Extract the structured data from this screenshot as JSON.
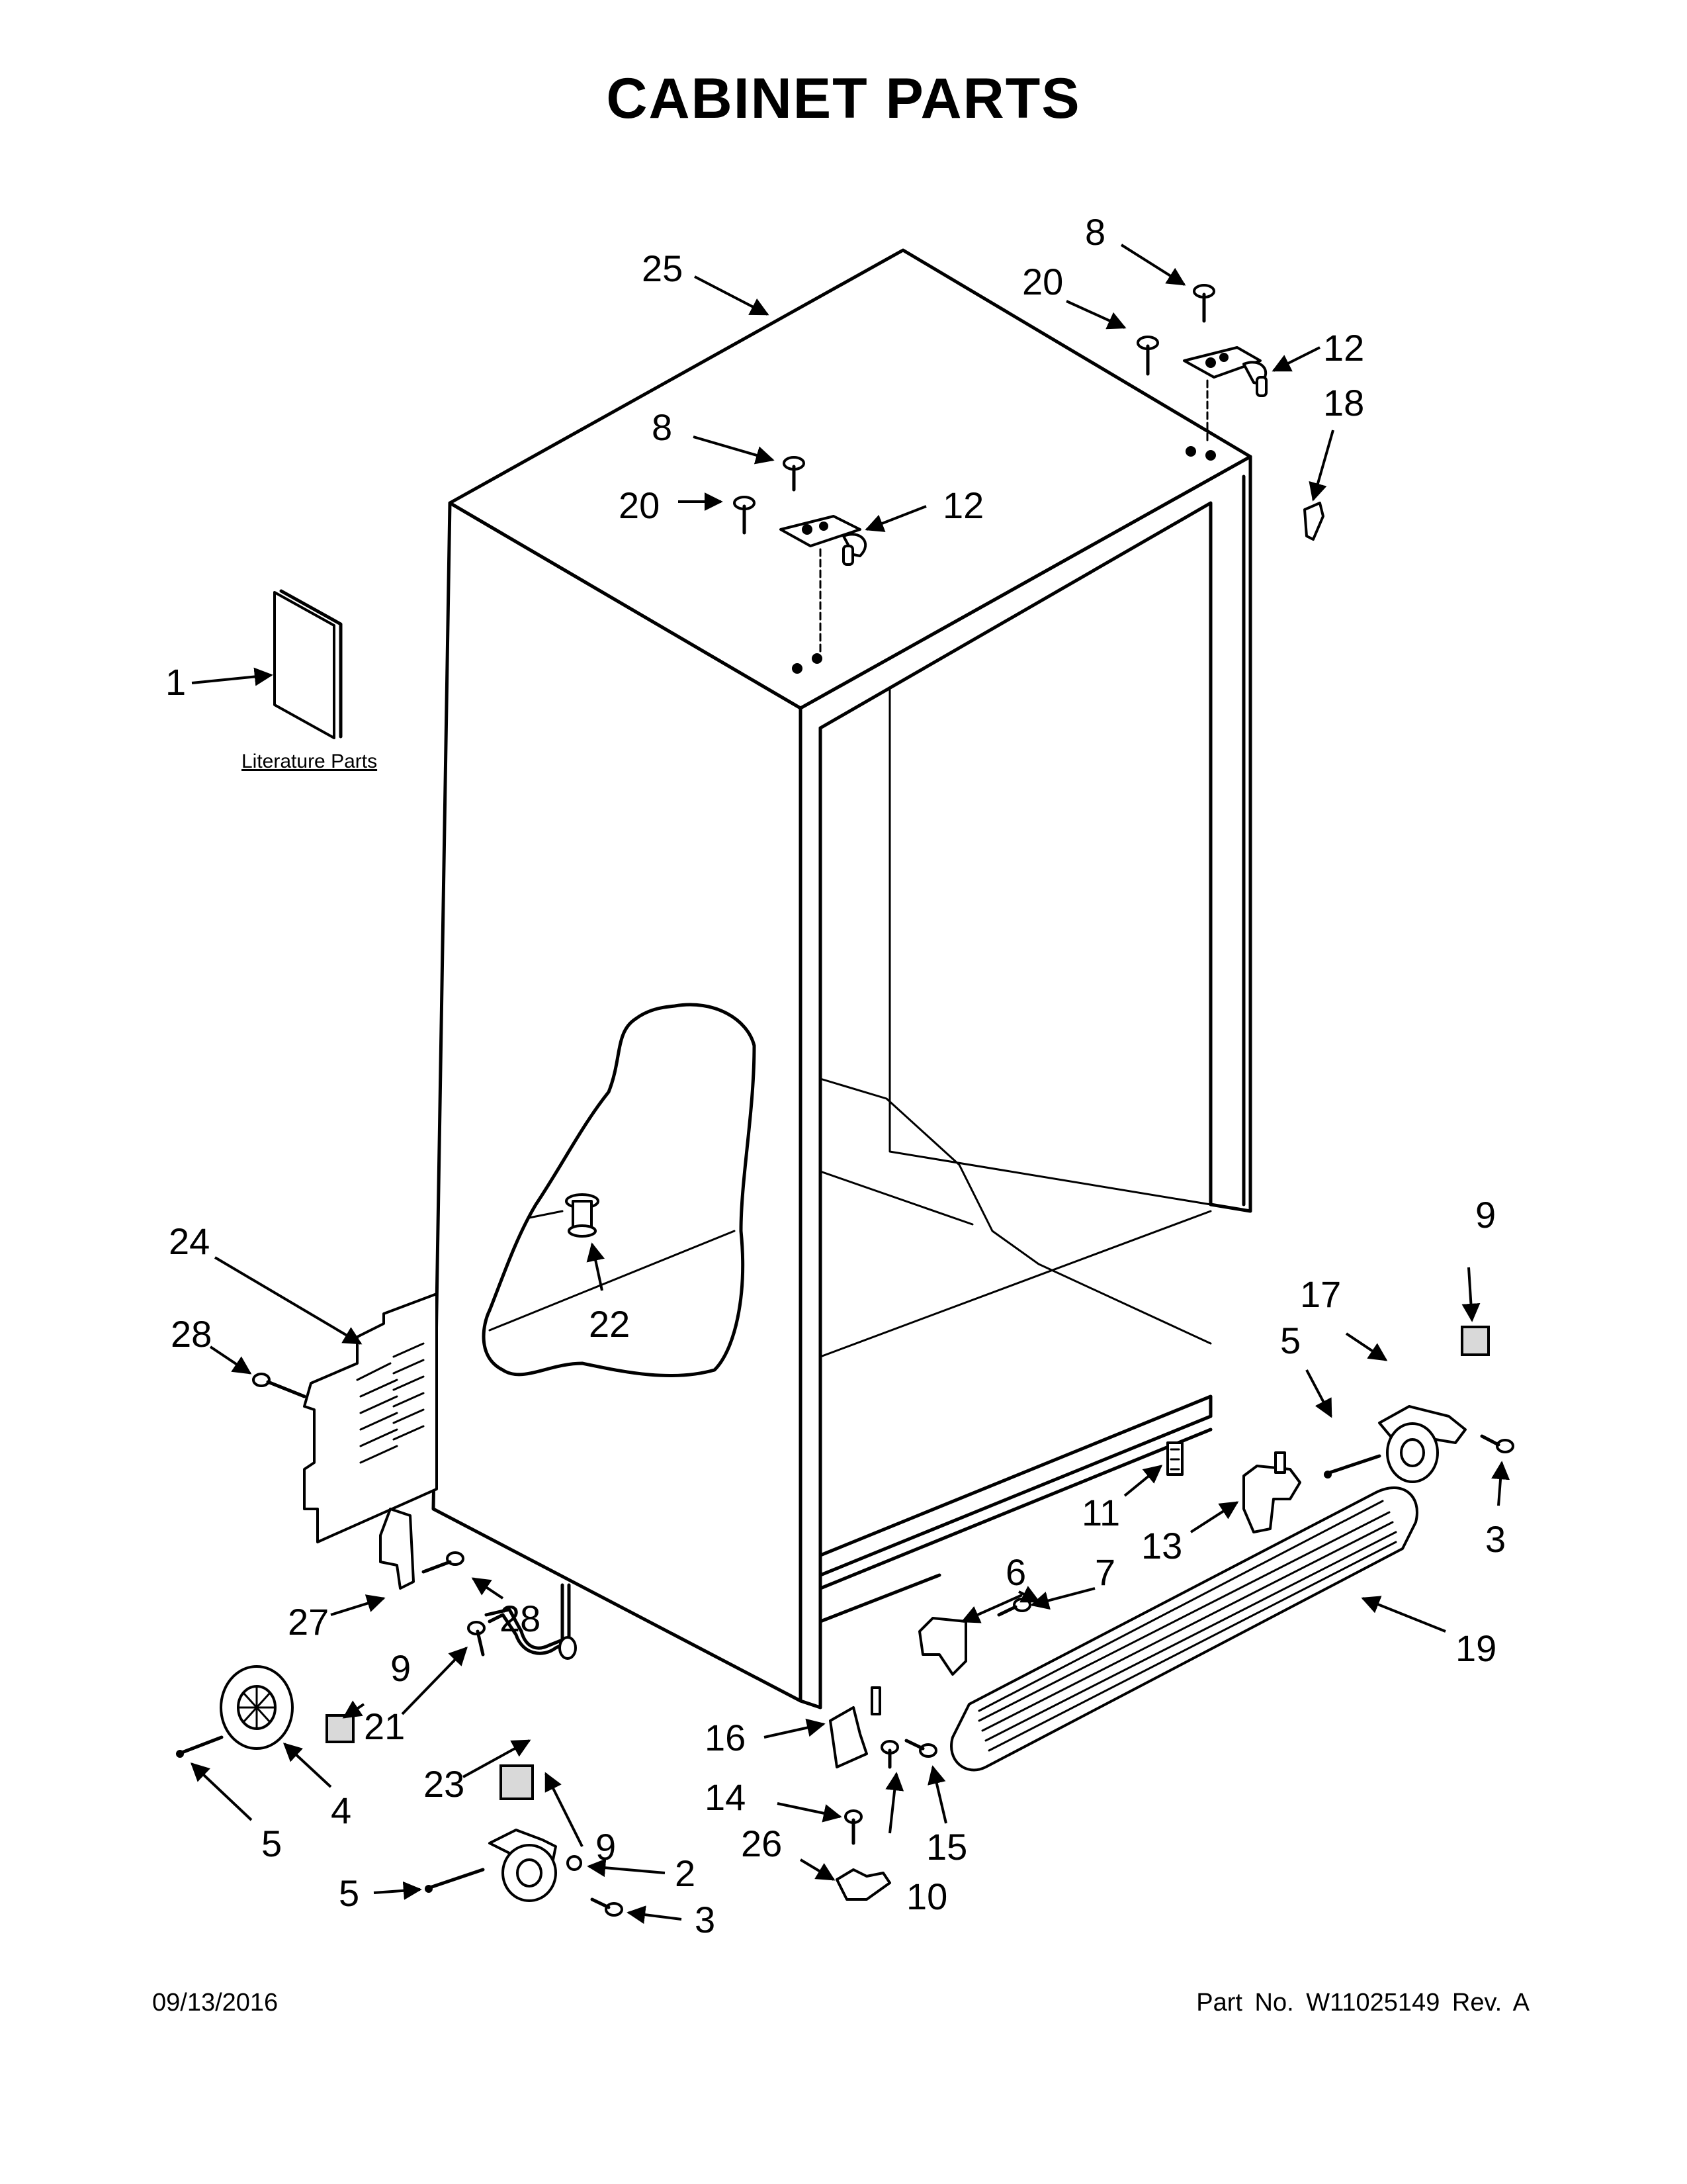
{
  "title": "CABINET PARTS",
  "literature_label": "Literature Parts",
  "footer": {
    "date": "09/13/2016",
    "part_number": "Part No.  W11025149  Rev.  A"
  },
  "callouts": {
    "c1": "1",
    "c2": "2",
    "c3a": "3",
    "c3b": "3",
    "c4": "4",
    "c5a": "5",
    "c5b": "5",
    "c5c": "5",
    "c6": "6",
    "c7": "7",
    "c8a": "8",
    "c8b": "8",
    "c9a": "9",
    "c9b": "9",
    "c9c": "9",
    "c10": "10",
    "c11": "11",
    "c12a": "12",
    "c12b": "12",
    "c13": "13",
    "c14": "14",
    "c15": "15",
    "c16": "16",
    "c17": "17",
    "c18": "18",
    "c19": "19",
    "c20a": "20",
    "c20b": "20",
    "c21": "21",
    "c22": "22",
    "c23": "23",
    "c24": "24",
    "c25": "25",
    "c26": "26",
    "c27": "27",
    "c28a": "28",
    "c28b": "28"
  }
}
